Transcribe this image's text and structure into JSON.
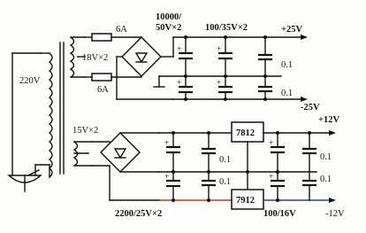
{
  "labels": {
    "mains": "220V",
    "sec1": "18V×2",
    "fuse_top": "6A",
    "fuse_bot": "6A",
    "cap_big_a": "10000/",
    "cap_big_b": "50V×2",
    "cap_mid": "100/35V×2",
    "out_pos25": "+25V",
    "out_neg25": "-25V",
    "c01_a": "0.1",
    "c01_b": "0.1",
    "sec2": "15V×2",
    "reg_pos": "7812",
    "reg_neg": "7912",
    "out_pos12": "+12V",
    "out_neg12": "-12V",
    "c01_c": "0.1",
    "c01_d": "0.1",
    "c01_e": "0.1",
    "c01_f": "0.1",
    "cap_2200": "2200/25V×2",
    "cap_100": "100/16V"
  }
}
